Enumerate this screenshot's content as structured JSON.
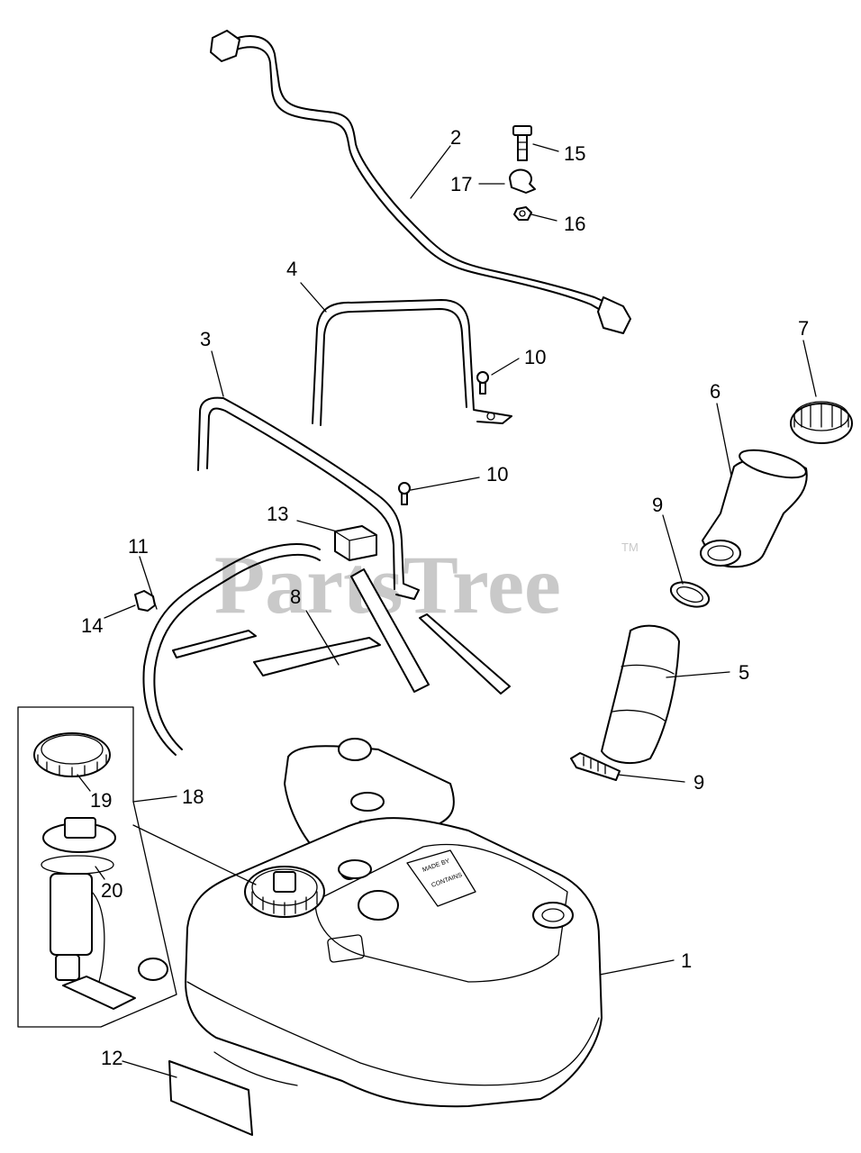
{
  "watermark": {
    "brand": "PartsTree",
    "trademark": "TM"
  },
  "callouts": {
    "fuel_tank": "1",
    "fuel_line": "2",
    "strap_rear": "3",
    "strap_front": "4",
    "filler_hose": "5",
    "filler_neck": "6",
    "fuel_cap": "7",
    "pad": "8",
    "clamp_upper": "9",
    "clamp_lower": "9",
    "screw_strap": "10",
    "screw_neck": "10",
    "vent_hose": "11",
    "decal": "12",
    "block": "13",
    "clip_hose": "14",
    "bolt": "15",
    "nut": "16",
    "clip_line": "17",
    "pump_assembly": "18",
    "lock_ring": "19",
    "fuel_pump": "20"
  },
  "tank_label": {
    "line1": "MADE BY",
    "line2": "CONTAINS"
  }
}
